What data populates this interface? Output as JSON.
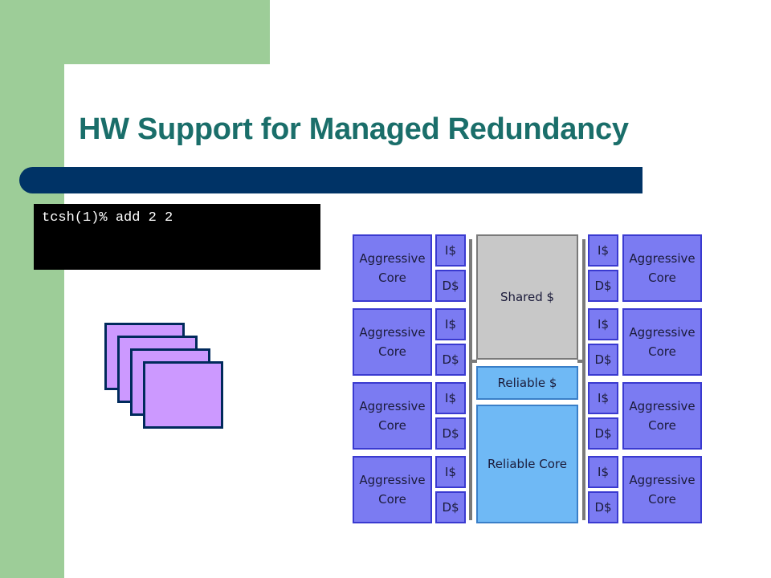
{
  "slide": {
    "title": "HW Support for Managed Redundancy",
    "terminal_text": "tcsh(1)% add 2 2"
  },
  "colors": {
    "background_accent": "#9dcd98",
    "title": "#1a6e6a",
    "bar": "#003366",
    "stack_card_fill": "#cc99ff",
    "aggressive_core": "#7b7bf2",
    "shared_cache": "#c8c8c8",
    "reliable_blocks": "#6fb9f5"
  },
  "diagram": {
    "core_line1": "Aggressive",
    "core_line2": "Core",
    "icache": "I$",
    "dcache": "D$",
    "shared_cache": "Shared $",
    "reliable_cache": "Reliable $",
    "reliable_core": "Reliable Core"
  }
}
